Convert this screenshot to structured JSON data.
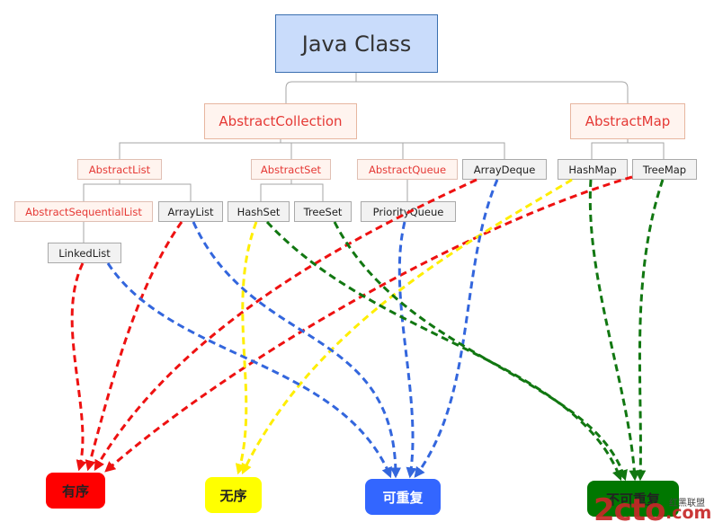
{
  "root": {
    "label": "Java Class"
  },
  "nodes": {
    "abstract_collection": "AbstractCollection",
    "abstract_map": "AbstractMap",
    "abstract_list": "AbstractList",
    "abstract_set": "AbstractSet",
    "abstract_queue": "AbstractQueue",
    "array_deque": "ArrayDeque",
    "hash_map": "HashMap",
    "tree_map": "TreeMap",
    "abstract_sequential_list": "AbstractSequentialList",
    "array_list": "ArrayList",
    "hash_set": "HashSet",
    "tree_set": "TreeSet",
    "priority_queue": "PriorityQueue",
    "linked_list": "LinkedList"
  },
  "categories": {
    "ordered": {
      "label": "有序",
      "color": "#ff0000",
      "text_color": "#222222"
    },
    "unordered": {
      "label": "无序",
      "color": "#ffff00",
      "text_color": "#222222"
    },
    "repeatable": {
      "label": "可重复",
      "color": "#3366ff",
      "text_color": "#ffffff"
    },
    "non_repeatable": {
      "label": "不可重复",
      "color": "#007700",
      "text_color": "#222222"
    }
  },
  "arrow_colors": {
    "red": "#ee1111",
    "yellow": "#ffee00",
    "blue": "#3366dd",
    "green": "#117711"
  },
  "connector_color": "#a6a6a6",
  "watermark": {
    "main": "2cto",
    "suffix": ".com",
    "sub": "红黑联盟"
  }
}
